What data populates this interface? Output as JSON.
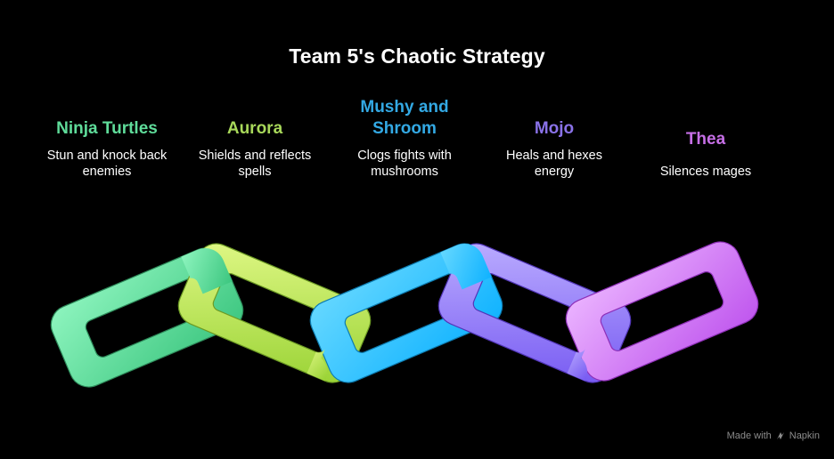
{
  "title": "Team 5's Chaotic Strategy",
  "members": [
    {
      "name_lines": [
        "Ninja Turtles"
      ],
      "desc_lines": [
        "Stun and knock back",
        "enemies"
      ],
      "color": "#5fdc9a"
    },
    {
      "name_lines": [
        "Aurora"
      ],
      "desc_lines": [
        "Shields and reflects",
        "spells"
      ],
      "color": "#a8d85a"
    },
    {
      "name_lines": [
        "Mushy and",
        "Shroom"
      ],
      "desc_lines": [
        "Clogs fights with",
        "mushrooms"
      ],
      "color": "#33a9e4"
    },
    {
      "name_lines": [
        "Mojo"
      ],
      "desc_lines": [
        "Heals and hexes",
        "energy"
      ],
      "color": "#8a72e8"
    },
    {
      "name_lines": [
        "Thea"
      ],
      "desc_lines": [
        "Silences mages"
      ],
      "color": "#c66fe6"
    }
  ],
  "chain_links": [
    {
      "icon": "chain-link",
      "gradient": [
        "#86f2b8",
        "#3dcc84"
      ]
    },
    {
      "icon": "chain-link",
      "gradient": [
        "#d9f57a",
        "#9ed838"
      ]
    },
    {
      "icon": "chain-link",
      "gradient": [
        "#5ed4ff",
        "#13b6ff"
      ]
    },
    {
      "icon": "chain-link",
      "gradient": [
        "#b3a2ff",
        "#7d60f6"
      ]
    },
    {
      "icon": "chain-link",
      "gradient": [
        "#e6a8ff",
        "#c25cf0"
      ]
    }
  ],
  "footer": {
    "made_with": "Made with",
    "brand": "Napkin"
  }
}
